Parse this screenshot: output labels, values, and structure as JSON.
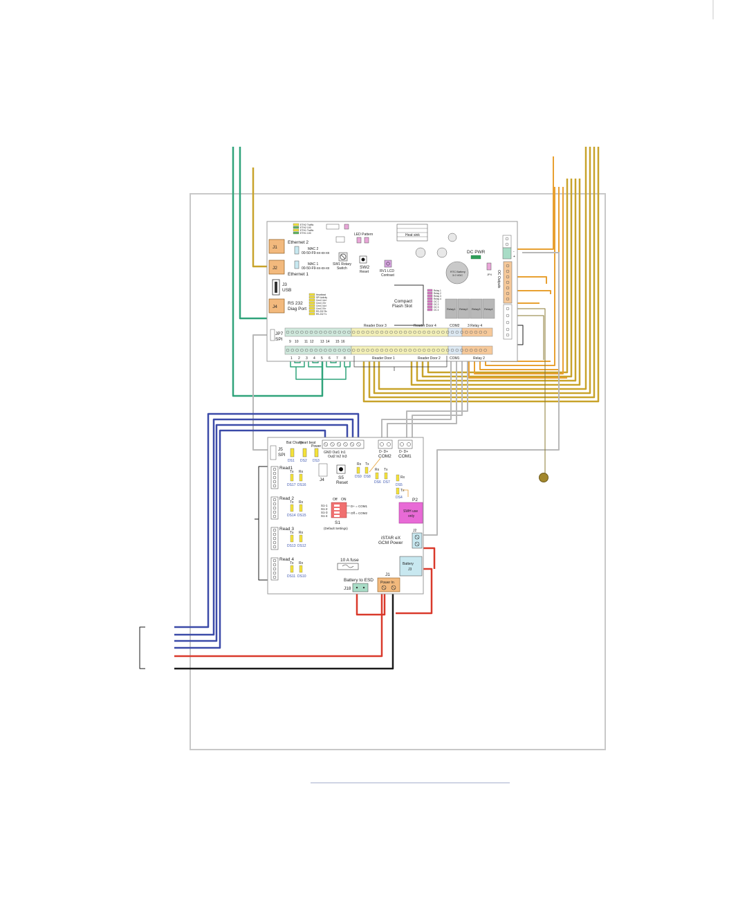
{
  "colors": {
    "green_wire": "#2fa37a",
    "gold_wire": "#c8a32a",
    "orange_wire": "#e8a030",
    "blue_wire": "#3b4aa8",
    "red_wire": "#d9392b",
    "black_wire": "#1a1a1a",
    "gray_wire": "#b8b8b8",
    "enclosure": "#c8c8c8",
    "board_border": "#999999",
    "terminal_yellow": "#f3f0b8",
    "terminal_orange": "#f6c99a",
    "terminal_green": "#cfe8dc",
    "connector_orange": "#f2b97d",
    "flash_pink": "#e06ad0",
    "battery_blue": "#c8e8f0",
    "relay_gray": "#b8b8b8"
  },
  "main_board": {
    "j1": "J1",
    "j2": "J2",
    "j3": "J3",
    "j3_sub": "USB",
    "j4": "J4",
    "ethernet2": "Ethernet 2",
    "ethernet1": "Ethernet 1",
    "mac2": "MAC 2",
    "mac1": "MAC 1",
    "mac_sub": "00-50-F9-xx-xx-xx",
    "rs232": "RS 232",
    "diag_port": "Diag Port",
    "sw1": "SW1 Rotary",
    "sw1_sub": "Switch",
    "sw2": "SW2",
    "sw2_sub": "Reset",
    "rv1": "RV1 LCD",
    "rv1_sub": "Contrast",
    "flash": "Compact",
    "flash_sub": "Flash Slot",
    "heatsink": "Heat sink",
    "dc_pwr": "DC PWR",
    "rtc": "RTC Battery",
    "rtc_sub": "3.0 VDC",
    "led_pattern": "LED Pattern",
    "jp4": "JP4",
    "oc_outputs": "OC Outputs",
    "jp7": "JP7",
    "spi": "SPI",
    "reader_door3": "Reader Door 3",
    "reader_door4": "Reader Door 4",
    "reader_door1": "Reader Door 1",
    "reader_door2": "Reader Door 2",
    "com2": "COM2",
    "com1": "COM1",
    "relay_top": "3  Relay  4",
    "relay_bot": "Relay  2",
    "relays": [
      "Relay1",
      "Relay2",
      "Relay3",
      "Relay4"
    ],
    "eth_leds": [
      "ETH2 Traffic",
      "ETH2 100",
      "ETH1 Traffic",
      "ETH1 100"
    ],
    "status_leds": [
      "Heartbeat",
      "SPI Activity",
      "Cmd 1 Act",
      "Cmd 1 Err",
      "Cmd 2 Act",
      "Cmd 2 Err",
      "RS-232 Rx",
      "RS-232 Tx"
    ],
    "relay_leds": [
      "Relay 1",
      "Relay 2",
      "Relay 3",
      "Relay 4",
      "OC 1",
      "OC 2",
      "OC 3",
      "OC 4"
    ],
    "input_nums_top": [
      "9",
      "10",
      "11",
      "12",
      "13",
      "14",
      "15",
      "16"
    ],
    "input_nums_bot": [
      "1",
      "2",
      "3",
      "4",
      "5",
      "6",
      "7",
      "8"
    ]
  },
  "gcm_board": {
    "j5": "J5",
    "spi": "SPI",
    "bat_charge": "Bat Charge",
    "bat_charge_sub": "DS1",
    "heartbeat": "Heart beat",
    "heartbeat_sub": "DS2",
    "power": "Power",
    "power_sub": "DS3",
    "terms": "GND  Out1  In1",
    "terms_bot": "Out2    In2    In3",
    "com2": "COM2",
    "com1": "COM1",
    "com_pins": "D-  D+",
    "reads": [
      "Read1",
      "Read 2",
      "Read 3",
      "Read 4"
    ],
    "j4": "J4",
    "s5": "S5",
    "reset": "Reset",
    "s1": "S1",
    "s1_sub": "(Default Settings)",
    "s1_off": "Off",
    "s1_on": "ON",
    "s1_rows": [
      "S1-1",
      "S1-2",
      "S1-3",
      "S1-4"
    ],
    "com1_note": "D+ = COM1",
    "com2_note": "Off = COM2",
    "p2": "P2",
    "p2_text": "SWH use",
    "p2_text2": "only",
    "istar": "iSTAR eX",
    "gcm_power": "GCM Power",
    "j2": "J2",
    "fuse": "10 A fuse",
    "battery": "Battery",
    "j3": "J3",
    "battery_esd": "Battery to ESD",
    "j18": "J18",
    "j1": "J1",
    "power_in": "Power In",
    "tx": "Tx",
    "rx": "Rx",
    "read_ds": [
      [
        "DS17",
        "DS16"
      ],
      [
        "DS14",
        "DS15"
      ],
      [
        "DS13",
        "DS12"
      ],
      [
        "DS11",
        "DS10"
      ]
    ],
    "com_ds": [
      "DS9",
      "DS8",
      "DS6",
      "DS7",
      "DS5",
      "DS4"
    ]
  }
}
